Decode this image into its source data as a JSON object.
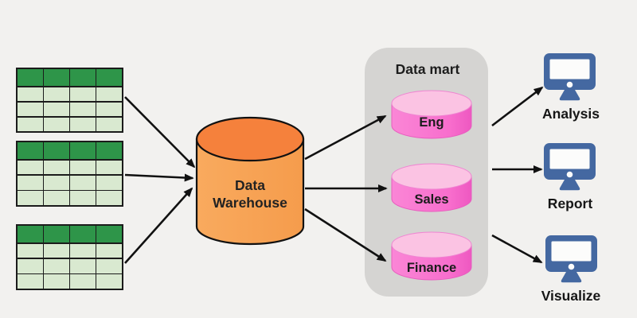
{
  "diagram": {
    "source_tables": {
      "count": 3,
      "rows": 4,
      "columns": 4
    },
    "warehouse": {
      "label": "Data\nWarehouse"
    },
    "data_mart": {
      "label": "Data mart",
      "cylinders": [
        {
          "label": "Eng"
        },
        {
          "label": "Sales"
        },
        {
          "label": "Finance"
        }
      ]
    },
    "outputs": [
      {
        "label": "Analysis",
        "icon": "monitor-icon"
      },
      {
        "label": "Report",
        "icon": "monitor-icon"
      },
      {
        "label": "Visualize",
        "icon": "monitor-icon"
      }
    ],
    "palette": {
      "background": "#f2f1ef",
      "table_header_green": "#2e9549",
      "table_cell_green": "#d9e9d0",
      "warehouse_top_orange": "#f5813c",
      "warehouse_body_orange": "#f9a75a",
      "mart_container_gray": "#d5d4d2",
      "mart_top_pink": "#fbc3e3",
      "mart_body_pink": "#f873cf",
      "monitor_blue": "#4468a1",
      "arrow_black": "#111111"
    }
  }
}
